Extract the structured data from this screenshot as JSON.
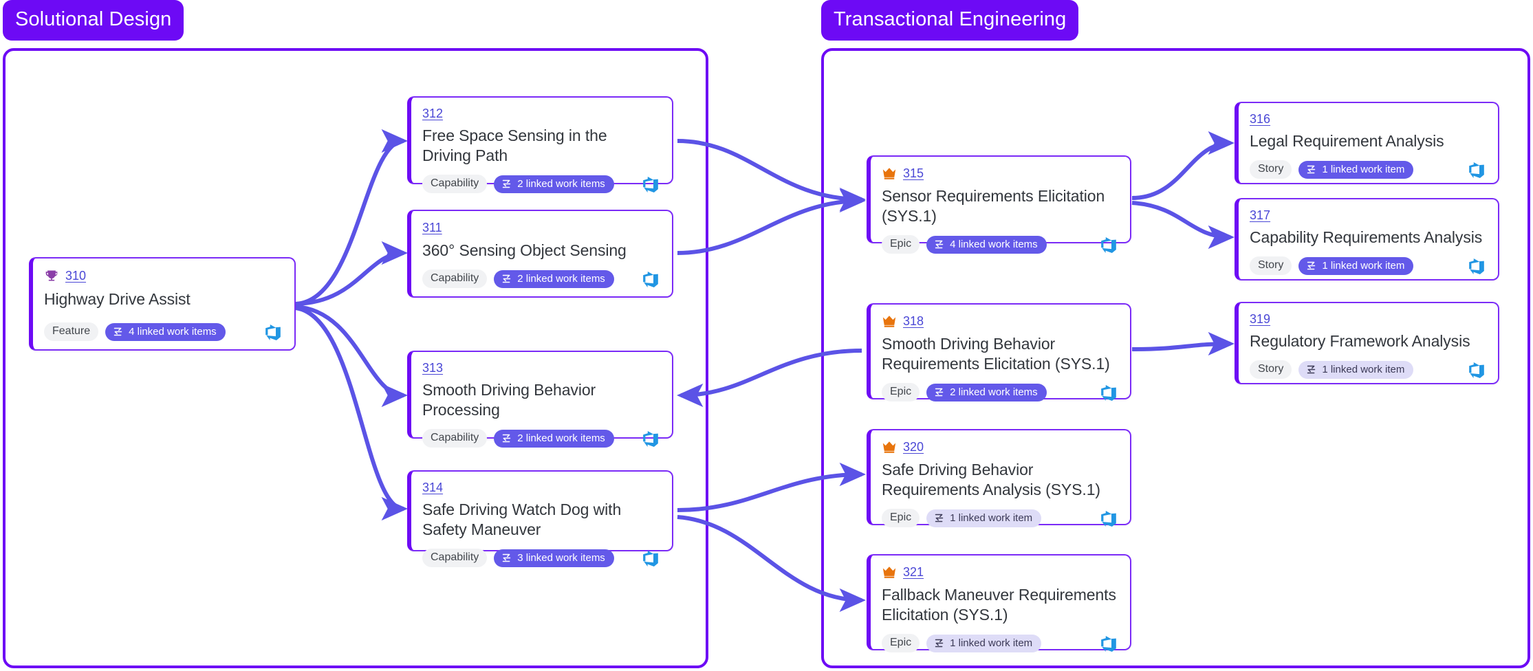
{
  "lanes": [
    {
      "id": "solutional-design",
      "label": "Solutional Design"
    },
    {
      "id": "transactional-engineering",
      "label": "Transactional Engineering"
    }
  ],
  "colors": {
    "lane_border": "#6D0AF5",
    "lane_pill_bg": "#6D0AF5",
    "card_border": "#7B2BF7",
    "card_accent": "#6D0AF5",
    "edge": "#5B53E6",
    "id_link": "#4B48D6",
    "badge_bg": "#6359E9",
    "badge_bg_light": "#DEDCF7",
    "chip_bg": "#F1F2F4",
    "crown_icon": "#E8740C",
    "trophy_icon": "#8B3FA8",
    "ado_icon": "#1F8FE0"
  },
  "cards": [
    {
      "key": "c310",
      "id": "310",
      "title": "Highway Drive Assist",
      "type": "Feature",
      "badge": "4 linked work items",
      "badge_style": "solid",
      "lead_icon": "trophy-icon",
      "lane": "solutional-design"
    },
    {
      "key": "c312",
      "id": "312",
      "title": "Free Space Sensing in the Driving Path",
      "type": "Capability",
      "badge": "2 linked work items",
      "badge_style": "solid",
      "lead_icon": "none",
      "lane": "solutional-design"
    },
    {
      "key": "c311",
      "id": "311",
      "title": "360° Sensing Object Sensing",
      "type": "Capability",
      "badge": "2 linked work items",
      "badge_style": "solid",
      "lead_icon": "none",
      "lane": "solutional-design"
    },
    {
      "key": "c313",
      "id": "313",
      "title": "Smooth Driving Behavior Processing",
      "type": "Capability",
      "badge": "2 linked work items",
      "badge_style": "solid",
      "lead_icon": "none",
      "lane": "solutional-design"
    },
    {
      "key": "c314",
      "id": "314",
      "title": "Safe Driving Watch Dog with Safety Maneuver",
      "type": "Capability",
      "badge": "3 linked work items",
      "badge_style": "solid",
      "lead_icon": "none",
      "lane": "solutional-design"
    },
    {
      "key": "c315",
      "id": "315",
      "title": "Sensor Requirements Elicitation (SYS.1)",
      "type": "Epic",
      "badge": "4 linked work items",
      "badge_style": "solid",
      "lead_icon": "crown-icon",
      "lane": "transactional-engineering"
    },
    {
      "key": "c318",
      "id": "318",
      "title": "Smooth Driving Behavior Requirements Elicitation (SYS.1)",
      "type": "Epic",
      "badge": "2 linked work items",
      "badge_style": "solid",
      "lead_icon": "crown-icon",
      "lane": "transactional-engineering"
    },
    {
      "key": "c320",
      "id": "320",
      "title": "Safe Driving Behavior Requirements Analysis (SYS.1)",
      "type": "Epic",
      "badge": "1 linked work item",
      "badge_style": "light",
      "lead_icon": "crown-icon",
      "lane": "transactional-engineering"
    },
    {
      "key": "c321",
      "id": "321",
      "title": "Fallback Maneuver Requirements Elicitation (SYS.1)",
      "type": "Epic",
      "badge": "1 linked work item",
      "badge_style": "light",
      "lead_icon": "crown-icon",
      "lane": "transactional-engineering"
    },
    {
      "key": "c316",
      "id": "316",
      "title": "Legal Requirement Analysis",
      "type": "Story",
      "badge": "1 linked work item",
      "badge_style": "solid",
      "lead_icon": "none",
      "lane": "transactional-engineering"
    },
    {
      "key": "c317",
      "id": "317",
      "title": "Capability Requirements Analysis",
      "type": "Story",
      "badge": "1 linked work item",
      "badge_style": "solid",
      "lead_icon": "none",
      "lane": "transactional-engineering"
    },
    {
      "key": "c319",
      "id": "319",
      "title": "Regulatory Framework Analysis",
      "type": "Story",
      "badge": "1 linked work item",
      "badge_style": "light",
      "lead_icon": "none",
      "lane": "transactional-engineering"
    }
  ],
  "connections": [
    {
      "from": "310",
      "to": "312"
    },
    {
      "from": "310",
      "to": "311"
    },
    {
      "from": "310",
      "to": "313"
    },
    {
      "from": "310",
      "to": "314"
    },
    {
      "from": "312",
      "to": "315"
    },
    {
      "from": "311",
      "to": "315"
    },
    {
      "from": "318",
      "to": "313"
    },
    {
      "from": "314",
      "to": "320"
    },
    {
      "from": "314",
      "to": "321"
    },
    {
      "from": "315",
      "to": "316"
    },
    {
      "from": "315",
      "to": "317"
    },
    {
      "from": "318",
      "to": "319"
    }
  ]
}
